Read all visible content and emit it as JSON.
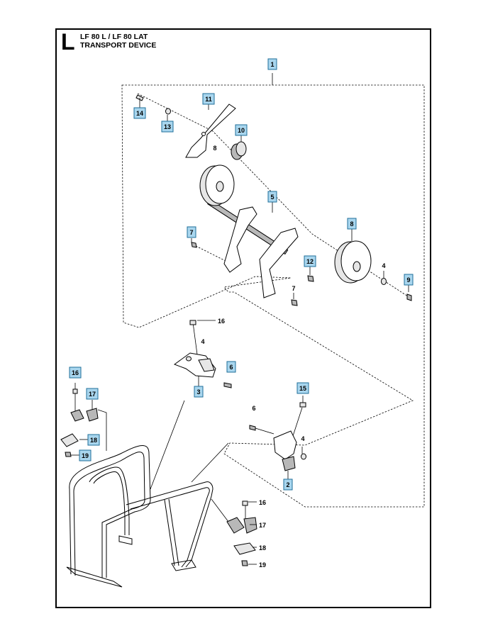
{
  "header": {
    "section_letter": "L",
    "title_line1": "LF 80 L / LF 80 LAT",
    "title_line2": "TRANSPORT DEVICE"
  },
  "callouts": {
    "c1": "1",
    "c2": "2",
    "c3": "3",
    "c5": "5",
    "c6": "6",
    "c7": "7",
    "c8b": "8",
    "c9": "9",
    "c10": "10",
    "c11": "11",
    "c12": "12",
    "c13": "13",
    "c14": "14",
    "c15": "15",
    "c16": "16",
    "c17": "17",
    "c18": "18",
    "c19": "19"
  },
  "labels": {
    "l4a": "4",
    "l4b": "4",
    "l4c": "4",
    "l6": "6",
    "l7": "7",
    "l8a": "8",
    "l16": "16",
    "l17": "17",
    "l18": "18",
    "l19": "19"
  },
  "colors": {
    "callout_fill": "#a9d6ee",
    "callout_border": "#1f6f9a"
  }
}
